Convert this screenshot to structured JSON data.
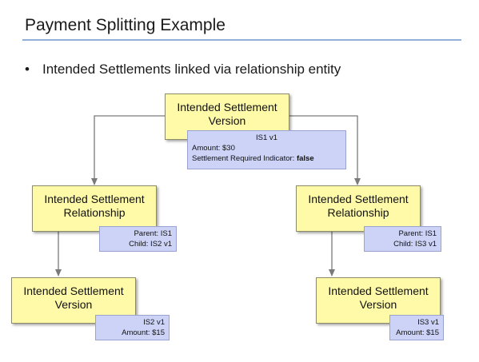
{
  "header": {
    "title": "Payment Splitting Example"
  },
  "bullet": {
    "marker": "•",
    "text": "Intended Settlements linked via relationship entity"
  },
  "diagram": {
    "root": {
      "line1": "Intended Settlement",
      "line2": "Version",
      "note": {
        "id": "IS1 v1",
        "amount": "Amount: $30",
        "indicator_label": "Settlement Required Indicator: ",
        "indicator_value": "false"
      }
    },
    "left_rel": {
      "line1": "Intended Settlement",
      "line2": "Relationship",
      "note": {
        "parent": "Parent: IS1",
        "child": "Child: IS2 v1"
      }
    },
    "right_rel": {
      "line1": "Intended Settlement",
      "line2": "Relationship",
      "note": {
        "parent": "Parent: IS1",
        "child": "Child: IS3 v1"
      }
    },
    "left_ver": {
      "line1": "Intended Settlement",
      "line2": "Version",
      "note": {
        "id": "IS2 v1",
        "amount": "Amount: $15"
      }
    },
    "right_ver": {
      "line1": "Intended Settlement",
      "line2": "Version",
      "note": {
        "id": "IS3 v1",
        "amount": "Amount: $15"
      }
    }
  }
}
